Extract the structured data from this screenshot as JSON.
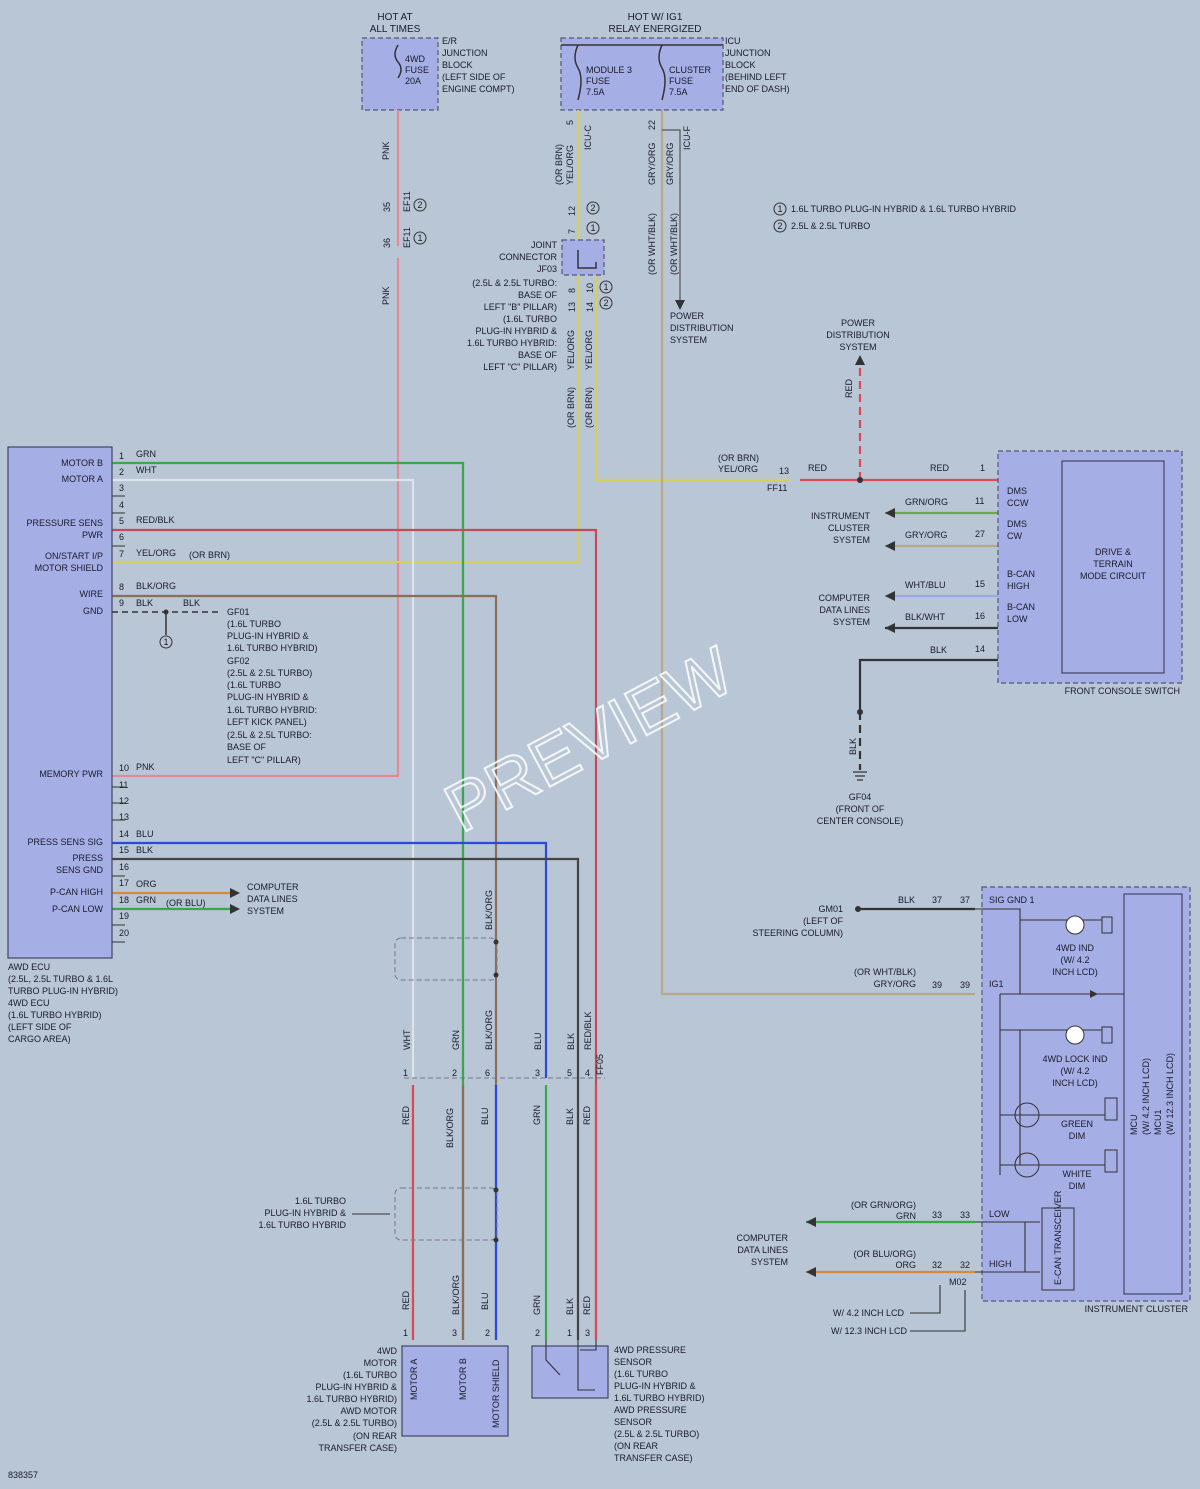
{
  "diagram_id": "838357",
  "watermark": "PREVIEW",
  "fuse_ea": {
    "header": [
      "HOT AT",
      "ALL TIMES"
    ],
    "fuse": [
      "4WD",
      "FUSE",
      "20A"
    ],
    "block": [
      "E/R",
      "JUNCTION",
      "BLOCK",
      "(LEFT SIDE OF",
      "ENGINE COMPT)"
    ]
  },
  "fuse_icu": {
    "header": [
      "HOT W/ IG1",
      "RELAY ENERGIZED"
    ],
    "fuse1": [
      "MODULE 3",
      "FUSE",
      "7.5A"
    ],
    "fuse2": [
      "CLUSTER",
      "FUSE",
      "7.5A"
    ],
    "block": [
      "ICU",
      "JUNCTION",
      "BLOCK",
      "(BEHIND LEFT",
      "END OF DASH)"
    ]
  },
  "legend": {
    "note1": "1.6L TURBO PLUG-IN HYBRID & 1.6L TURBO HYBRID",
    "note2": "2.5L & 2.5L TURBO",
    "sym1": "1",
    "sym2": "2"
  },
  "wire_labels": {
    "pnk": "PNK",
    "ef11": "EF11",
    "pin35": "35",
    "pin36": "36",
    "icu_c": "ICU-C",
    "icu_f": "ICU-F",
    "pin5": "5",
    "pin22": "22",
    "or_brn": "(OR BRN)",
    "yel_org": "YEL/ORG",
    "gry_org": "GRY/ORG",
    "or_wht_blk": "(OR WHT/BLK)",
    "jf03_pin7": "7",
    "jf03_pin12": "12",
    "jf03_pin8": "8",
    "jf03_pin13": "13",
    "jf03_pin14": "14",
    "jf03_pin10": "10",
    "red": "RED",
    "ff11": "FF11",
    "pin13": "13",
    "pin1": "1"
  },
  "joint_connector": {
    "label": [
      "JOINT",
      "CONNECTOR",
      "JF03",
      "(2.5L & 2.5L TURBO:",
      "BASE OF",
      "LEFT \"B\" PILLAR)",
      "(1.6L TURBO",
      "PLUG-IN HYBRID &",
      "1.6L TURBO HYBRID:",
      "BASE OF",
      "LEFT \"C\" PILLAR)"
    ]
  },
  "power_dist": [
    "POWER",
    "DISTRIBUTION",
    "SYSTEM"
  ],
  "ecu": {
    "labels": [
      "MOTOR B",
      "MOTOR A",
      "PRESSURE SENS",
      "PWR",
      "ON/START I/P",
      "MOTOR SHIELD",
      "WIRE",
      "GND",
      "MEMORY PWR",
      "PRESS SENS SIG",
      "PRESS",
      "SENS GND",
      "P-CAN HIGH",
      "P-CAN LOW"
    ],
    "pins": [
      "1",
      "2",
      "3",
      "4",
      "5",
      "6",
      "7",
      "8",
      "9",
      "10",
      "11",
      "12",
      "13",
      "14",
      "15",
      "16",
      "17",
      "18",
      "19",
      "20"
    ],
    "wires": [
      "GRN",
      "WHT",
      "RED/BLK",
      "YEL/ORG",
      "(OR BRN)",
      "BLK/ORG",
      "BLK",
      "BLK",
      "PNK",
      "BLU",
      "BLK",
      "ORG",
      "GRN",
      "(OR BLU)"
    ],
    "caption": [
      "AWD ECU",
      "(2.5L, 2.5L TURBO & 1.6L",
      "TURBO PLUG-IN HYBRID)",
      "4WD ECU",
      "(1.6L TURBO HYBRID)",
      "(LEFT SIDE OF",
      "CARGO AREA)"
    ]
  },
  "gf01": {
    "label": [
      "GF01",
      "(1.6L TURBO",
      "PLUG-IN HYBRID &",
      "1.6L TURBO HYBRID)",
      "GF02",
      "(2.5L & 2.5L TURBO)",
      "(1.6L TURBO",
      "PLUG-IN HYBRID &",
      "1.6L TURBO HYBRID:",
      "LEFT KICK PANEL)",
      "(2.5L & 2.5L TURBO:",
      "BASE OF",
      "LEFT \"C\" PILLAR)"
    ]
  },
  "computer_data": [
    "COMPUTER",
    "DATA LINES",
    "SYSTEM"
  ],
  "front_console": {
    "pins": [
      "1",
      "11",
      "27",
      "15",
      "16",
      "14"
    ],
    "wires": [
      "RED",
      "GRN/ORG",
      "GRY/ORG",
      "WHT/BLU",
      "BLK/WHT",
      "BLK"
    ],
    "inner": [
      "DMS",
      "CCW",
      "DMS",
      "CW",
      "B-CAN",
      "HIGH",
      "B-CAN",
      "LOW"
    ],
    "circuit": [
      "DRIVE &",
      "TERRAIN",
      "MODE CIRCUIT"
    ],
    "caption": "FRONT CONSOLE SWITCH",
    "inst_cluster_sys": [
      "INSTRUMENT",
      "CLUSTER",
      "SYSTEM"
    ]
  },
  "gf04": {
    "label": [
      "GF04",
      "(FRONT OF",
      "CENTER CONSOLE)"
    ],
    "wire": "BLK"
  },
  "inst_cluster": {
    "gm01": [
      "GM01",
      "(LEFT OF",
      "STEERING COLUMN)"
    ],
    "pins": [
      "37",
      "37",
      "39",
      "39",
      "33",
      "33",
      "32",
      "32"
    ],
    "wires": [
      "BLK",
      "(OR WHT/BLK)",
      "GRY/ORG",
      "(OR GRN/ORG)",
      "GRN",
      "(OR BLU/ORG)",
      "ORG"
    ],
    "inner": [
      "SIG GND 1",
      "IG1",
      "LOW",
      "HIGH",
      "M02"
    ],
    "leds": [
      "4WD IND",
      "(W/ 4.2",
      "INCH LCD)",
      "4WD LOCK IND",
      "(W/ 4.2",
      "INCH LCD)",
      "GREEN",
      "DIM",
      "WHITE",
      "DIM"
    ],
    "transceiver": "E-CAN TRANSCEIVER",
    "mcu": [
      "MCU",
      "(W/ 4.2 INCH LCD)",
      "MCU1",
      "(W/ 12.3 INCH LCD)"
    ],
    "caption": "INSTRUMENT CLUSTER",
    "w42": "W/ 4.2 INCH LCD",
    "w123": "W/ 12.3 INCH LCD"
  },
  "ff05": {
    "label": "FF05",
    "pins": [
      "1",
      "2",
      "6",
      "3",
      "5",
      "4"
    ],
    "upper_wires": [
      "WHT",
      "GRN",
      "BLK/ORG",
      "BLU",
      "BLK",
      "RED/BLK"
    ],
    "lower_wires": [
      "RED",
      "BLK/ORG",
      "BLU",
      "GRN",
      "BLK",
      "RED"
    ]
  },
  "hybrid_note": [
    "1.6L TURBO",
    "PLUG-IN HYBRID &",
    "1.6L TURBO HYBRID"
  ],
  "motor": {
    "pins": [
      "1",
      "3",
      "2"
    ],
    "wires": [
      "RED",
      "BLK/ORG",
      "BLU"
    ],
    "inner": [
      "MOTOR A",
      "MOTOR B",
      "MOTOR SHIELD"
    ],
    "caption": [
      "4WD",
      "MOTOR",
      "(1.6L TURBO",
      "PLUG-IN HYBRID &",
      "1.6L TURBO HYBRID)",
      "AWD MOTOR",
      "(2.5L & 2.5L TURBO)",
      "(ON REAR",
      "TRANSFER CASE)"
    ]
  },
  "pressure_sensor": {
    "pins": [
      "2",
      "1",
      "3"
    ],
    "wires": [
      "GRN",
      "BLK",
      "RED"
    ],
    "caption": [
      "4WD PRESSURE",
      "SENSOR",
      "(1.6L TURBO",
      "PLUG-IN HYBRID &",
      "1.6L TURBO HYBRID)",
      "AWD PRESSURE",
      "SENSOR",
      "(2.5L & 2.5L TURBO)",
      "(ON REAR",
      "TRANSFER CASE)"
    ]
  }
}
